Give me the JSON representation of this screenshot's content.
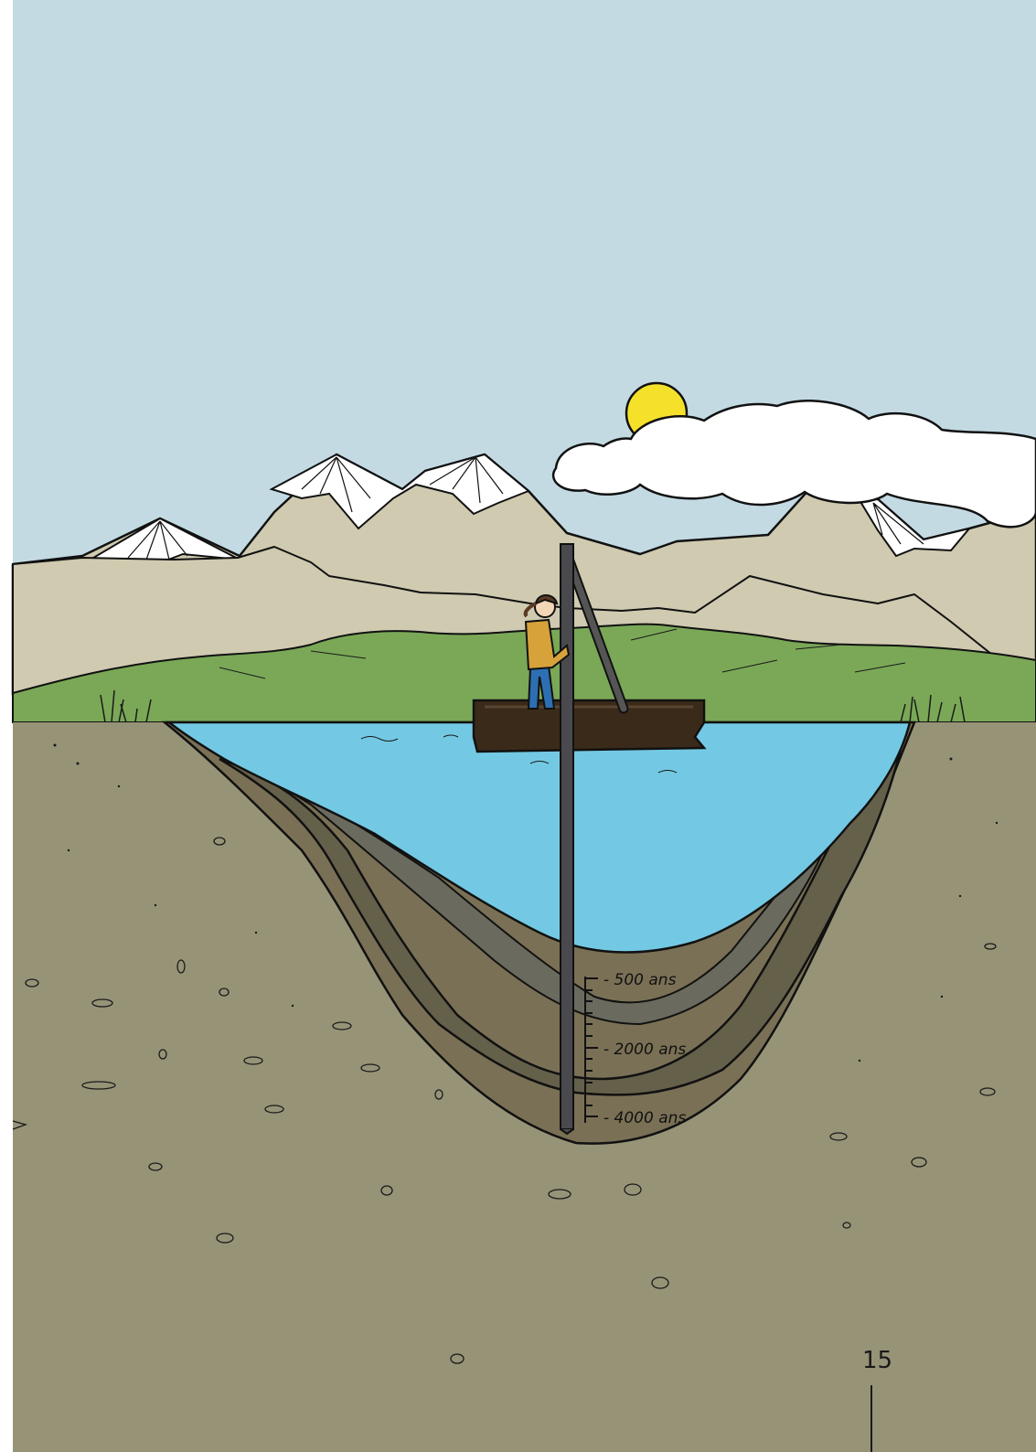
{
  "core_scale": {
    "labels": [
      {
        "text": "- 500 ans"
      },
      {
        "text": "- 2000 ans"
      },
      {
        "text": "- 4000 ans"
      }
    ]
  },
  "footer": {
    "page_number": "15"
  },
  "colors": {
    "sky": "#c3dae3",
    "water": "#73c9e3",
    "ground": "#979377",
    "snow": "#ffffff",
    "mountains": "#cfcab0",
    "hills": "#7aa857",
    "sun": "#f5e12a",
    "boat": "#3a2a1a",
    "jacket": "#d7a23a",
    "jeans": "#2d6fb3"
  },
  "illustration": {
    "elements": [
      "sky",
      "sun",
      "cloud",
      "snow-capped-mountains",
      "green-hills",
      "lake",
      "boat",
      "person-with-jacket-and-jeans",
      "coring-pole",
      "sediment-layers",
      "ground-pebbles"
    ]
  }
}
